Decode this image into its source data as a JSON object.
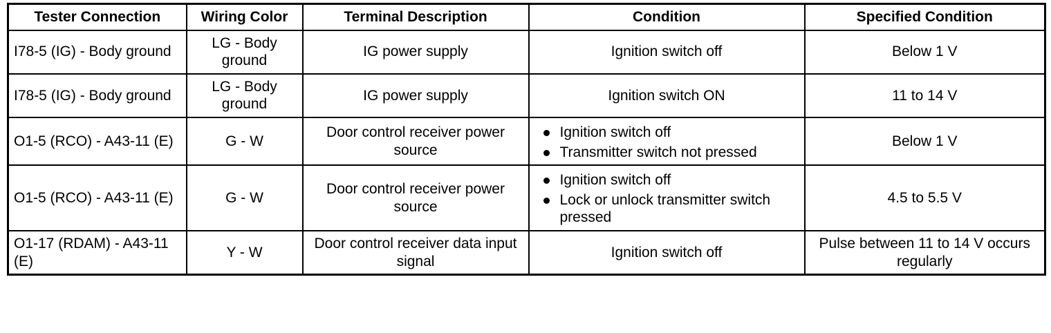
{
  "table": {
    "columns": [
      "Tester Connection",
      "Wiring Color",
      "Terminal Description",
      "Condition",
      "Specified Condition"
    ],
    "rows": [
      {
        "tester_connection": "I78-5 (IG) - Body ground",
        "wiring_color": "LG - Body ground",
        "terminal_description": "IG power supply",
        "condition": "Ignition switch off",
        "condition_bullets": [],
        "specified_condition": "Below 1 V"
      },
      {
        "tester_connection": "I78-5 (IG) - Body ground",
        "wiring_color": "LG - Body ground",
        "terminal_description": "IG power supply",
        "condition": "Ignition switch ON",
        "condition_bullets": [],
        "specified_condition": "11 to 14 V"
      },
      {
        "tester_connection": "O1-5 (RCO) - A43-11 (E)",
        "wiring_color": "G - W",
        "terminal_description": "Door control receiver power source",
        "condition": "",
        "condition_bullets": [
          "Ignition switch off",
          "Transmitter switch not pressed"
        ],
        "specified_condition": "Below 1 V"
      },
      {
        "tester_connection": "O1-5 (RCO) - A43-11 (E)",
        "wiring_color": "G - W",
        "terminal_description": "Door control receiver power source",
        "condition": "",
        "condition_bullets": [
          "Ignition switch off",
          "Lock or unlock transmitter switch pressed"
        ],
        "specified_condition": "4.5 to 5.5 V"
      },
      {
        "tester_connection": "O1-17 (RDAM) - A43-11 (E)",
        "wiring_color": "Y - W",
        "terminal_description": "Door control receiver data input signal",
        "condition": "Ignition switch off",
        "condition_bullets": [],
        "specified_condition": "Pulse between 11 to 14 V occurs regularly"
      }
    ]
  },
  "colors": {
    "border": "#000000",
    "text": "#000000",
    "background": "#ffffff"
  }
}
